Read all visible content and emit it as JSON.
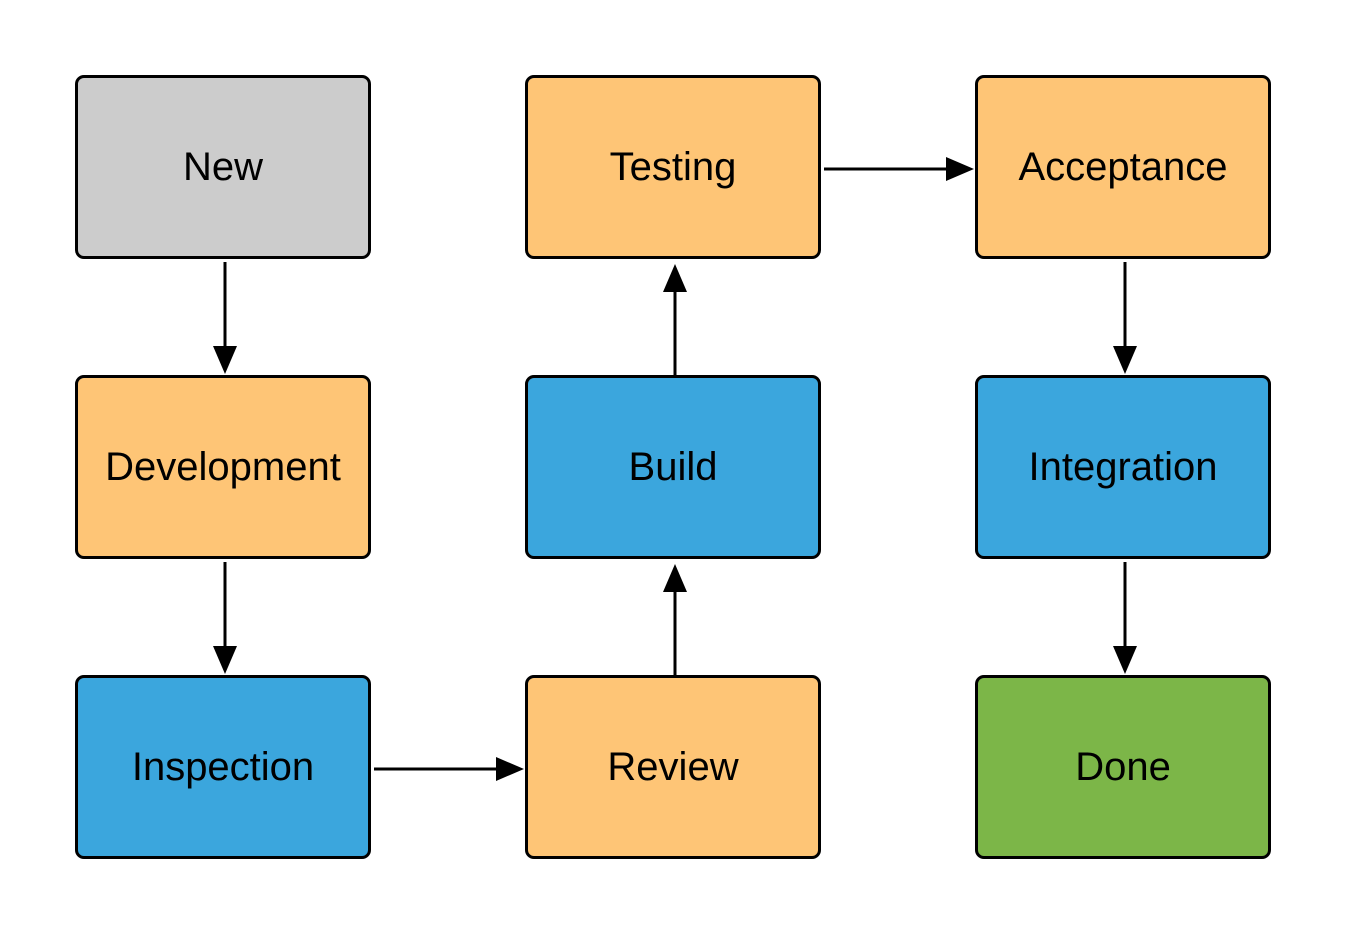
{
  "colors": {
    "gray": "#cccccc",
    "orange": "#fec576",
    "blue": "#3ba6dd",
    "green": "#7cb648",
    "border": "#000000",
    "edge": "#000000"
  },
  "nodes": [
    {
      "id": "new",
      "label": "New",
      "color": "gray"
    },
    {
      "id": "development",
      "label": "Development",
      "color": "orange"
    },
    {
      "id": "inspection",
      "label": "Inspection",
      "color": "blue"
    },
    {
      "id": "review",
      "label": "Review",
      "color": "orange"
    },
    {
      "id": "build",
      "label": "Build",
      "color": "blue"
    },
    {
      "id": "testing",
      "label": "Testing",
      "color": "orange"
    },
    {
      "id": "acceptance",
      "label": "Acceptance",
      "color": "orange"
    },
    {
      "id": "integration",
      "label": "Integration",
      "color": "blue"
    },
    {
      "id": "done",
      "label": "Done",
      "color": "green"
    }
  ],
  "edges": [
    {
      "from": "new",
      "to": "development"
    },
    {
      "from": "development",
      "to": "inspection"
    },
    {
      "from": "inspection",
      "to": "review"
    },
    {
      "from": "review",
      "to": "build"
    },
    {
      "from": "build",
      "to": "testing"
    },
    {
      "from": "testing",
      "to": "acceptance"
    },
    {
      "from": "acceptance",
      "to": "integration"
    },
    {
      "from": "integration",
      "to": "done"
    }
  ]
}
